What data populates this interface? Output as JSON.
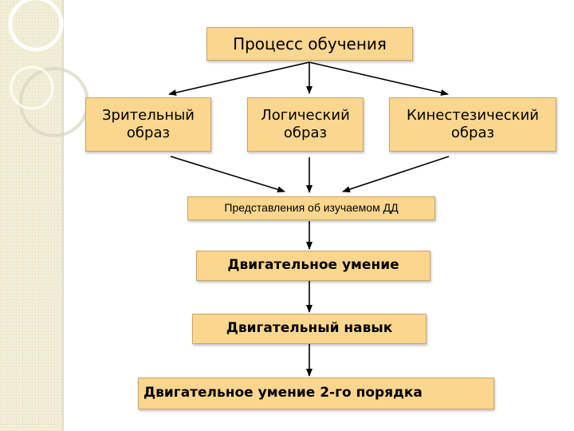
{
  "diagram": {
    "top": "Процесс обучения",
    "images": {
      "visual": "Зрительный\nобраз",
      "logical": "Логический\nобраз",
      "kinesthetic": "Кинестезический\nобраз"
    },
    "representation": "Представления об изучаемом ДД",
    "motor_skill": "Двигательное умение",
    "motor_habit": "Двигательный навык",
    "motor_skill_2": "Двигательное умение 2-го порядка"
  },
  "colors": {
    "box_fill": "#fbd68e",
    "box_border": "#c9a66a",
    "panel": "#f3efd9",
    "arrow": "#000000"
  }
}
